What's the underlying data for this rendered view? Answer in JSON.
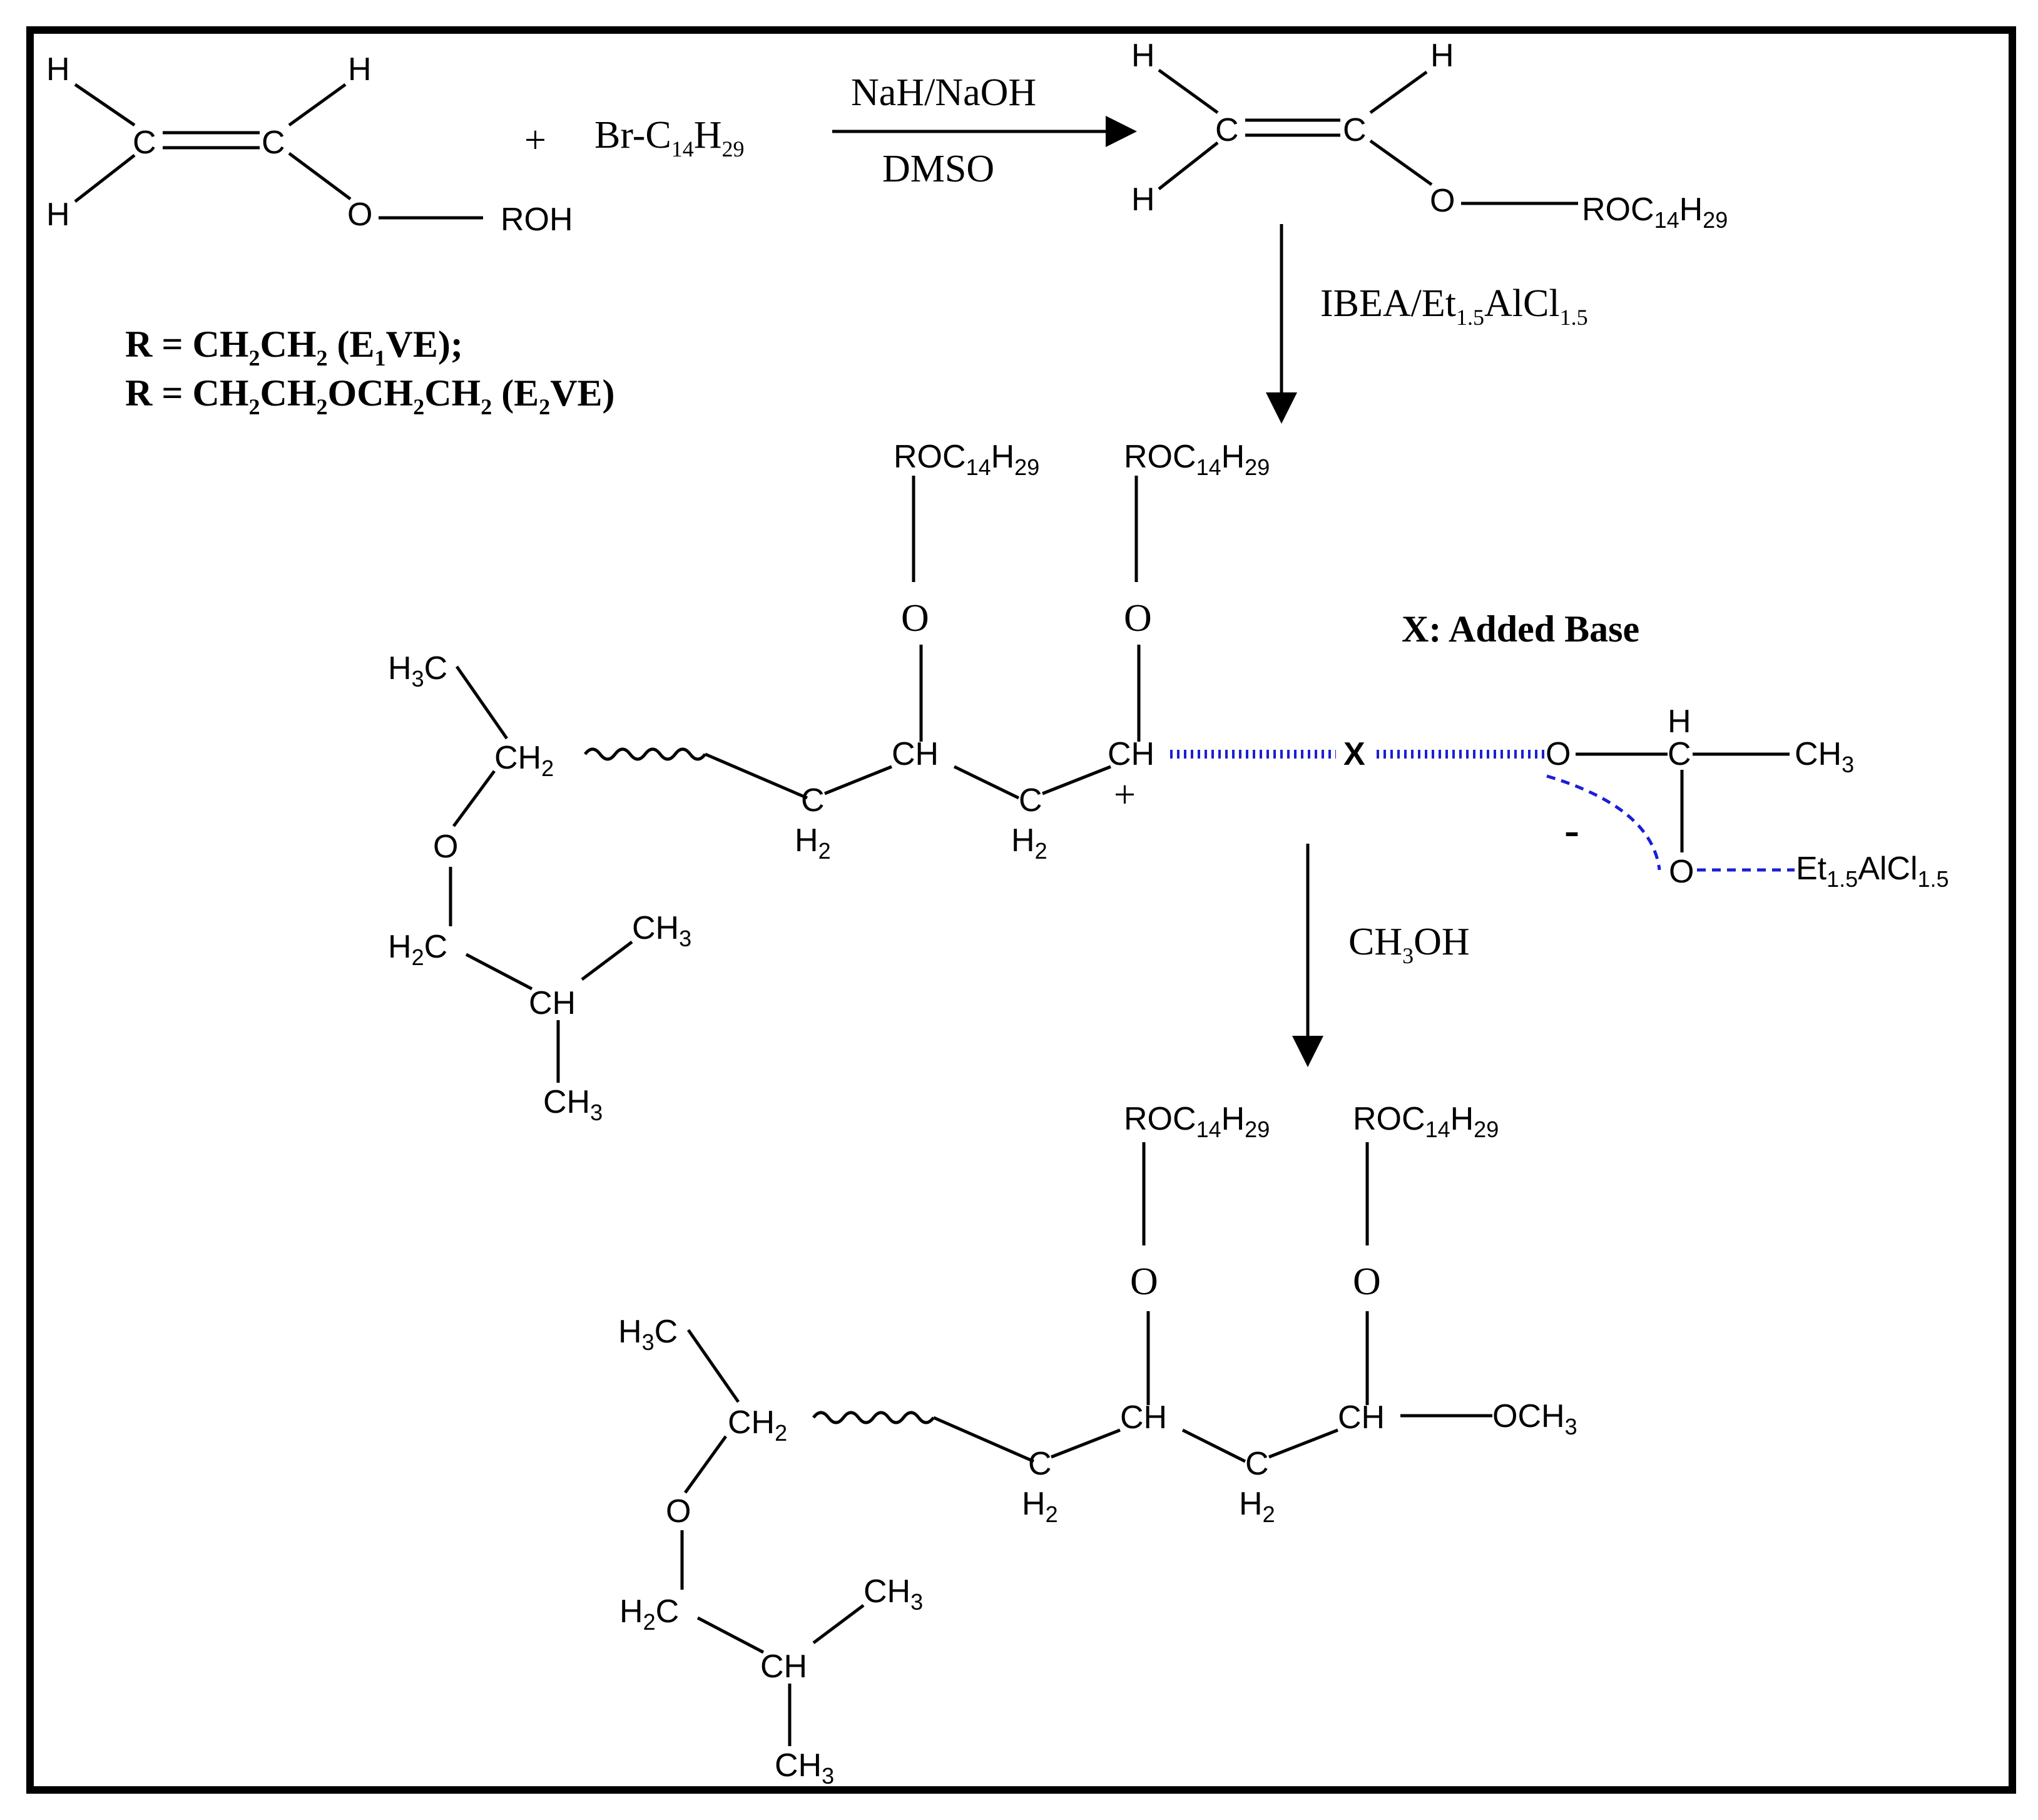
{
  "colors": {
    "frame": "#000000",
    "interaction": "#1a1fd6"
  },
  "reaction": {
    "step1": {
      "reactant_h": "H",
      "atom_c": "C",
      "atom_o": "O",
      "reactant_group": "ROH",
      "plus": "+",
      "reagent_prefix": "Br-C",
      "reagent_sub1": "14",
      "reagent_mid": "H",
      "reagent_sub2": "29",
      "conditions_top": "NaH/NaOH",
      "conditions_bottom": "DMSO",
      "product_group_prefix": "ROC",
      "product_group_sub1": "14",
      "product_group_mid": "H",
      "product_group_sub2": "29"
    },
    "r_definitions": [
      {
        "prefix": "R = CH",
        "parts": [
          "2",
          "CH",
          "2",
          " (E",
          "1",
          "VE);"
        ]
      },
      {
        "prefix": "R = CH",
        "parts": [
          "2",
          "CH",
          "2",
          "OCH",
          "2",
          "CH",
          "2",
          " (E",
          "2",
          "VE)"
        ]
      }
    ],
    "step2": {
      "initiator_prefix": "IBEA/Et",
      "initiator_sub1": "1.5",
      "initiator_mid": "AlCl",
      "initiator_sub2": "1.5"
    },
    "intermediate": {
      "side_group_prefix": "ROC",
      "side_group_sub1": "14",
      "side_group_mid": "H",
      "side_group_sub2": "29",
      "oxygen": "O",
      "h3c_prefix": "H",
      "h3c_sub": "3",
      "h3c_suffix": "C",
      "ch2_prefix": "CH",
      "ch2_sub": "2",
      "ch": "CH",
      "c": "C",
      "h2_prefix": "H",
      "h2_sub": "2",
      "plus_charge": "+",
      "base_marker": "X",
      "base_label": "X: Added Base",
      "h2c_prefix": "H",
      "h2c_sub": "2",
      "h2c_suffix": "C",
      "ch3_prefix": "CH",
      "ch3_sub": "3",
      "counterion_h": "H",
      "counterion_c": "C",
      "counterion_o": "O",
      "minus_charge": "-",
      "lewis_prefix": "Et",
      "lewis_sub1": "1.5",
      "lewis_mid": "AlCl",
      "lewis_sub2": "1.5"
    },
    "step3": {
      "quench_prefix": "CH",
      "quench_sub": "3",
      "quench_suffix": "OH"
    },
    "product": {
      "end_group_prefix": "OCH",
      "end_group_sub": "3"
    }
  }
}
